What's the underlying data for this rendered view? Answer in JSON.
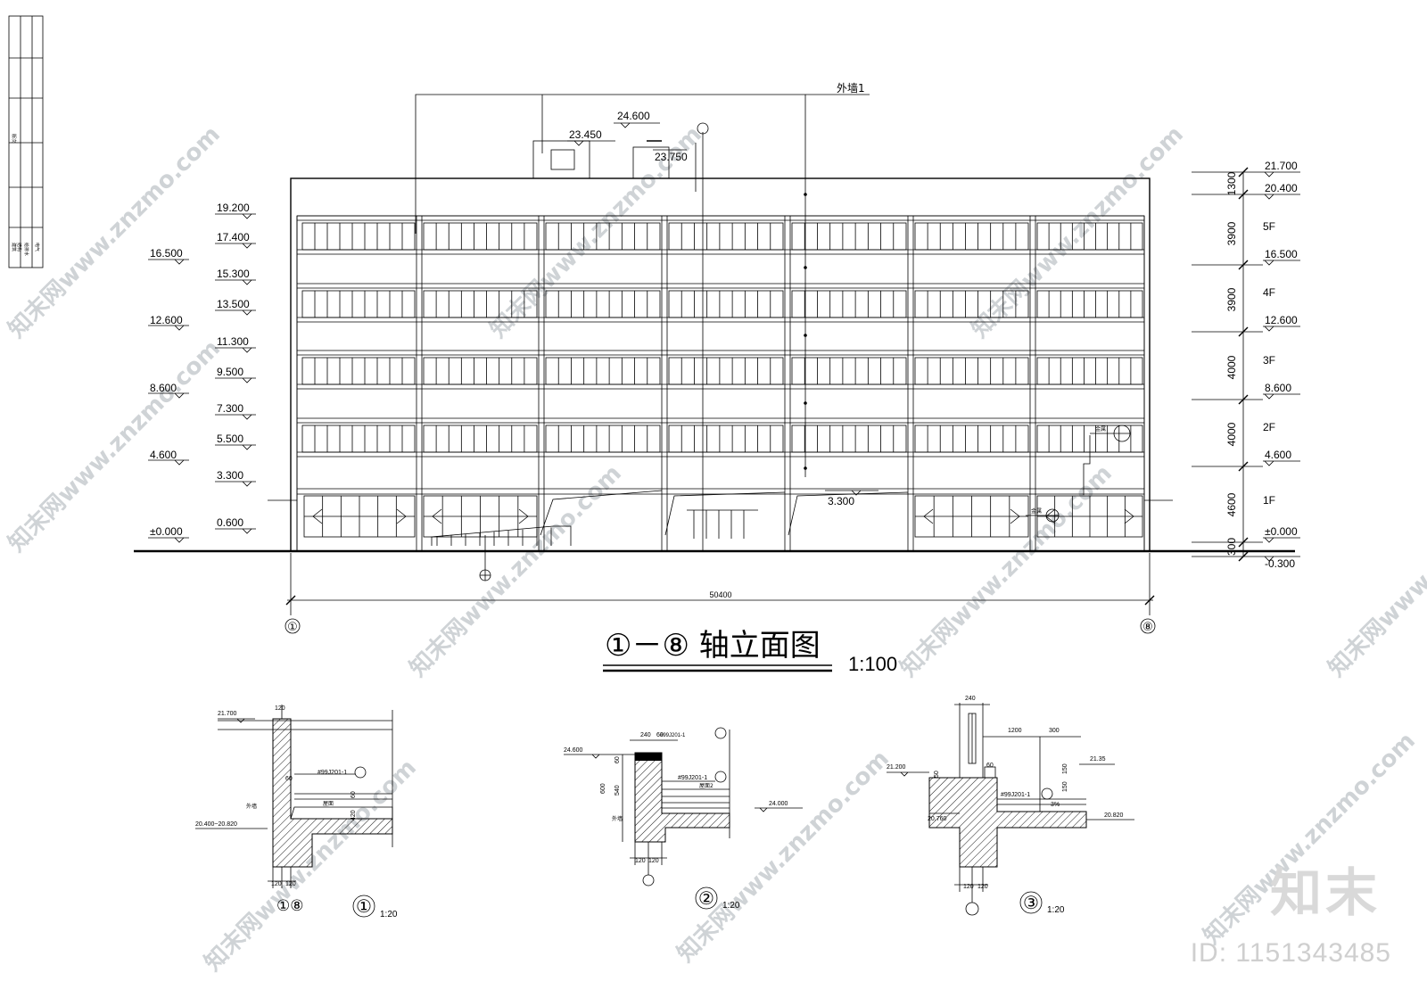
{
  "title_block": {
    "label_top": "版次",
    "label_rows": [
      "建筑",
      "结构",
      "给排水",
      "电气"
    ]
  },
  "callouts": {
    "outer_wall": "外墙1",
    "roof_top": "24.600",
    "stair_top": "23.450",
    "tank_top": "23.750",
    "canopy": "3.300",
    "detail_mark_right": "金属",
    "detail_mark_right2": "金属"
  },
  "left_levels_outer": [
    "16.500",
    "12.600",
    "8.600",
    "4.600",
    "±0.000"
  ],
  "left_levels_inner": [
    "19.200",
    "17.400",
    "15.300",
    "13.500",
    "11.300",
    "9.500",
    "7.300",
    "5.500",
    "3.300",
    "0.600"
  ],
  "right_levels": [
    "21.700",
    "20.400",
    "16.500",
    "12.600",
    "8.600",
    "4.600",
    "±0.000",
    "-0.300"
  ],
  "right_dims": [
    "1300",
    "3900",
    "3900",
    "4000",
    "4000",
    "4600",
    "300"
  ],
  "floors": [
    "5F",
    "4F",
    "3F",
    "2F",
    "1F"
  ],
  "overall_dim": "50400",
  "axis_left": "①",
  "axis_right": "⑧",
  "drawing_title": "①－⑧ 轴立面图",
  "drawing_scale": "1:100",
  "details": [
    {
      "number": "①",
      "scale": "1:20",
      "axis": "①⑧",
      "labels": [
        "21.700",
        "120",
        "#99J201-1",
        "20.400~20.820",
        "120",
        "120",
        "60",
        "420",
        "60",
        "外墙",
        "屋面"
      ]
    },
    {
      "number": "②",
      "scale": "1:20",
      "labels": [
        "24.600",
        "240",
        "60",
        "#99J201-1",
        "#99J201-1",
        "24.000",
        "600",
        "540",
        "60",
        "120",
        "120",
        "外墙",
        "屋面2"
      ]
    },
    {
      "number": "③",
      "scale": "1:20",
      "labels": [
        "240",
        "1200",
        "300",
        "21.200",
        "21.35",
        "#99J201-1",
        "20.760",
        "20.820",
        "3%",
        "120",
        "120",
        "150",
        "150",
        "60",
        "50"
      ]
    }
  ],
  "watermark": {
    "text": "知末网www.znzmo.com",
    "brand": "知末",
    "id_text": "ID: 1151343485"
  }
}
